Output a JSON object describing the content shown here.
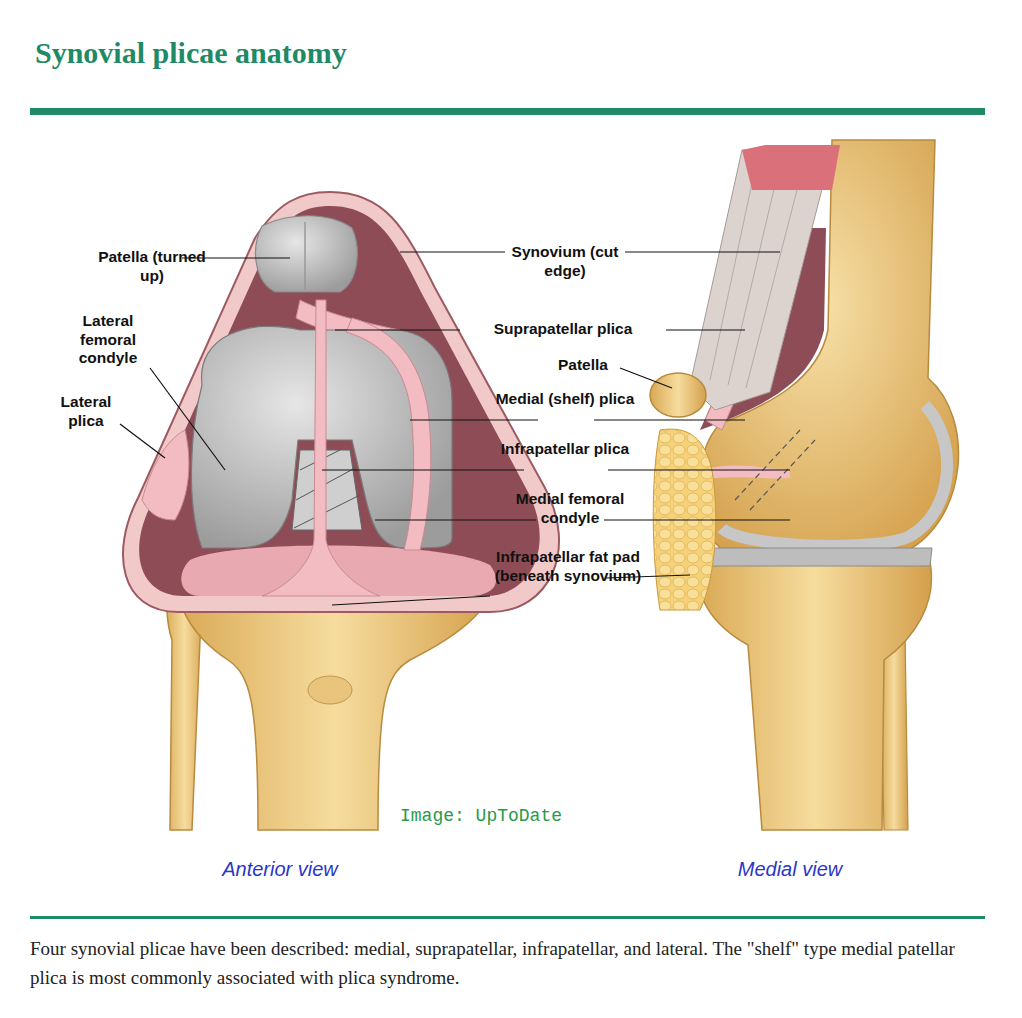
{
  "diagram": {
    "title": "Synovial plicae anatomy",
    "caption": "Four synovial plicae have been described: medial, suprapatellar, infrapatellar, and lateral. The \"shelf\" type medial patellar plica is most commonly associated with plica syndrome.",
    "labels": [
      "Patella (turned up)",
      "Lateral femoral condyle",
      "Lateral plica",
      "Synovium (cut edge)",
      "Suprapatellar plica",
      "Patella",
      "Medial (shelf) plica",
      "Infrapatellar plica",
      "Medial femoral condyle",
      "Infrapatellar fat pad (beneath synovium)",
      "Image: UpToDate",
      "Anterior view",
      "Medial view"
    ]
  }
}
